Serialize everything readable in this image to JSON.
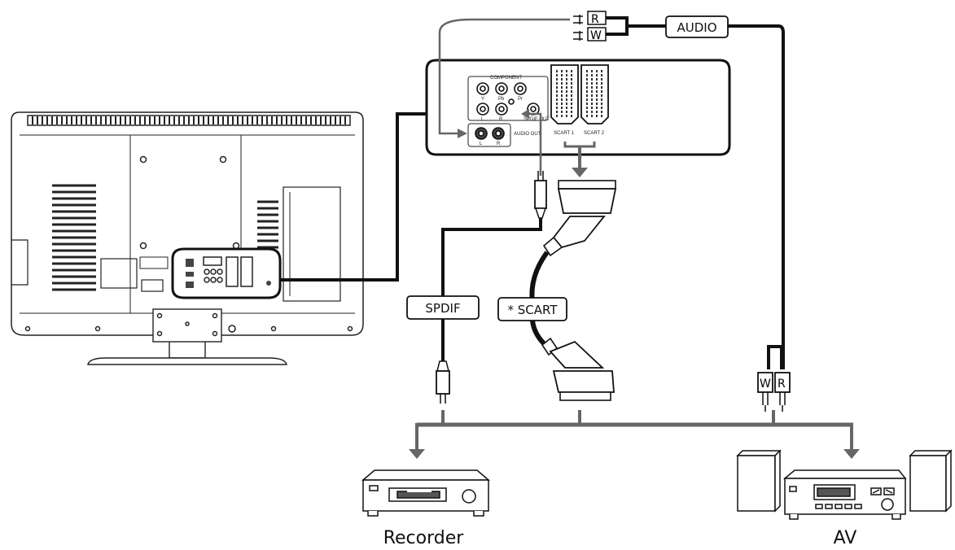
{
  "labels": {
    "audio_cable": "AUDIO",
    "spdif_cable": "SPDIF",
    "scart_cable": "* SCART",
    "recorder": "Recorder",
    "av": "AV"
  },
  "panel": {
    "component": "COMPONENT",
    "jack_y": "Y",
    "jack_pb": "Pb",
    "jack_pr": "Pr",
    "jack_l": "L",
    "jack_r": "R",
    "spdif_out": "SPDIF OUT",
    "audio_out": "AUDIO OUT",
    "audio_l": "L",
    "audio_r": "R",
    "scart1": "SCART 1",
    "scart2": "SCART 2"
  },
  "plugs": {
    "top_red": "R",
    "top_white": "W",
    "bottom_white": "W",
    "bottom_red": "R"
  },
  "colors": {
    "line": "#111111",
    "arrow": "#666666",
    "outline": "#222222"
  }
}
